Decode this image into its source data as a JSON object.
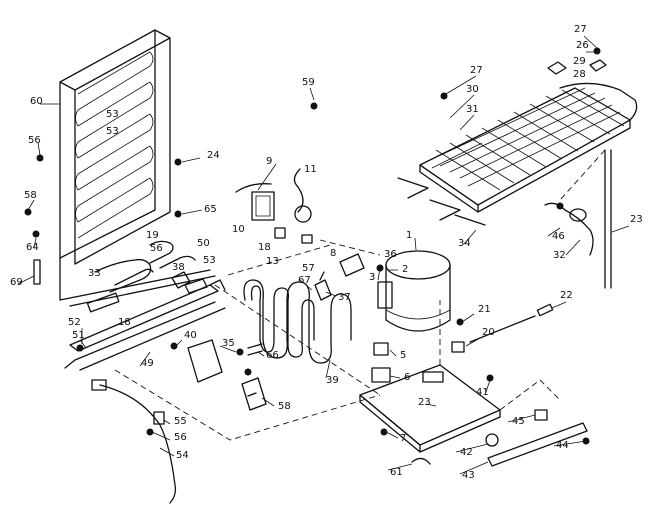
{
  "diagram": {
    "labels": {
      "l1": "1",
      "l2": "2",
      "l3": "3",
      "l5": "5",
      "l6": "6",
      "l7": "7",
      "l8": "8",
      "l9": "9",
      "l10": "10",
      "l11": "11",
      "l13": "13",
      "l18a": "18",
      "l18b": "18",
      "l19": "19",
      "l20": "20",
      "l21": "21",
      "l22": "22",
      "l23a": "23",
      "l23b": "23",
      "l24": "24",
      "l26": "26",
      "l27a": "27",
      "l27b": "27",
      "l28": "28",
      "l29": "29",
      "l30": "30",
      "l31": "31",
      "l32": "32",
      "l33": "33",
      "l34": "34",
      "l35": "35",
      "l36": "36",
      "l37": "37",
      "l38": "38",
      "l39": "39",
      "l40": "40",
      "l41": "41",
      "l42": "42",
      "l43": "43",
      "l44": "44",
      "l45": "45",
      "l46": "46",
      "l49": "49",
      "l50": "50",
      "l51": "51",
      "l52": "52",
      "l53a": "53",
      "l53b": "53",
      "l53c": "53",
      "l54": "54",
      "l55": "55",
      "l56a": "56",
      "l56b": "56",
      "l56c": "56",
      "l57": "57",
      "l58a": "58",
      "l58b": "58",
      "l59": "59",
      "l60": "60",
      "l61": "61",
      "l64": "64",
      "l65": "65",
      "l66": "66",
      "l67": "67",
      "l69": "69"
    }
  }
}
